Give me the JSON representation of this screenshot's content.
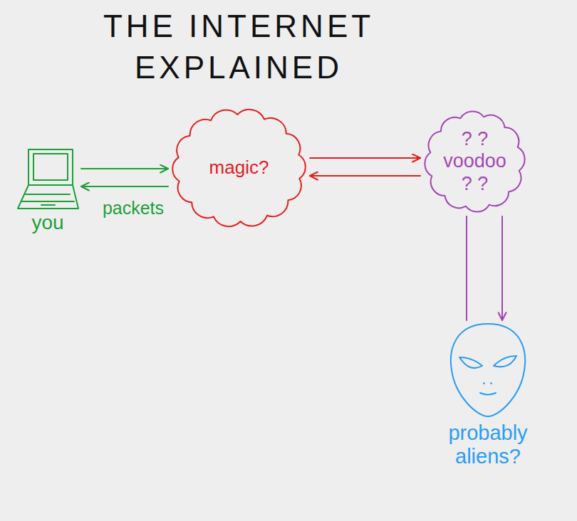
{
  "diagram": {
    "title": "THE INTERNET EXPLAINED",
    "nodes": [
      {
        "text": [
          "you"
        ]
      },
      {
        "text": [
          "magic?"
        ]
      },
      {
        "text": [
          "? ?",
          "voodoo",
          "? ?"
        ]
      },
      {
        "text": [
          "probably aliens?"
        ]
      }
    ],
    "edges": [
      {
        "from": 0,
        "to": 1,
        "arrow": "to"
      },
      {
        "from": 1,
        "to": 0,
        "arrow": "to",
        "label": "packets"
      },
      {
        "from": 1,
        "to": 2,
        "arrow": "to"
      },
      {
        "from": 2,
        "to": 1,
        "arrow": "to"
      },
      {
        "from": 2,
        "to": 3,
        "arrow": "to"
      },
      {
        "from": 2,
        "to": 3,
        "arrow": "none"
      }
    ]
  }
}
